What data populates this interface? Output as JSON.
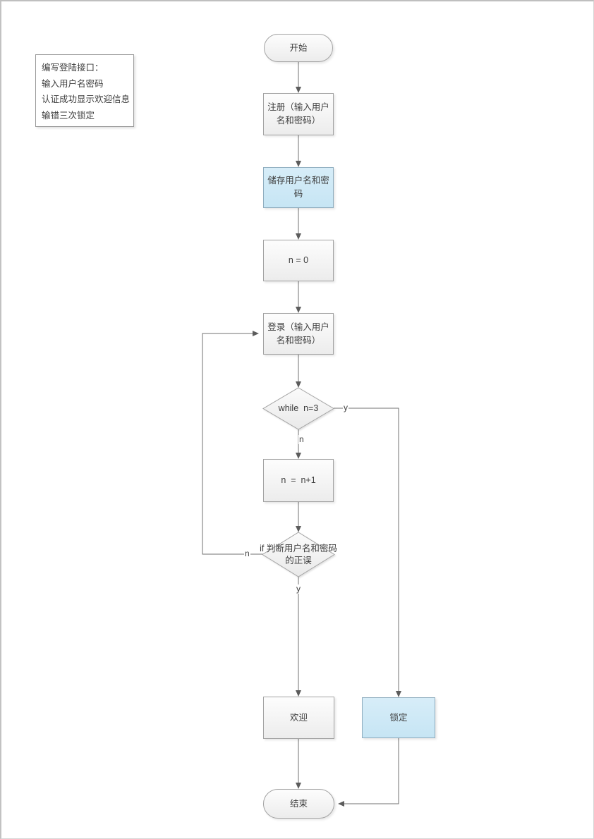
{
  "note": {
    "lines": [
      "编写登陆接口：",
      "输入用户名密码",
      "认证成功显示欢迎信息",
      "输错三次锁定"
    ]
  },
  "nodes": {
    "start": {
      "label": "开始"
    },
    "register": {
      "label": "注册（输入用户名和密码）"
    },
    "store": {
      "label": "储存用户名和密码"
    },
    "init": {
      "label": "n = 0"
    },
    "login": {
      "label": "登录（输入用户名和密码）"
    },
    "while_check": {
      "label": "while  n=3"
    },
    "increment": {
      "label": "n  =  n+1"
    },
    "if_check": {
      "label": "if 判断用户名和密码的正误"
    },
    "welcome": {
      "label": "欢迎"
    },
    "lock": {
      "label": "锁定"
    },
    "end": {
      "label": "结束"
    }
  },
  "edge_labels": {
    "while_yes": "y",
    "while_no": "n",
    "if_no": "n",
    "if_yes": "y"
  },
  "colors": {
    "highlight_fill": "#c9e7f5",
    "node_border": "#a3a3a3",
    "connector": "#707070",
    "text": "#3d3d3d"
  }
}
